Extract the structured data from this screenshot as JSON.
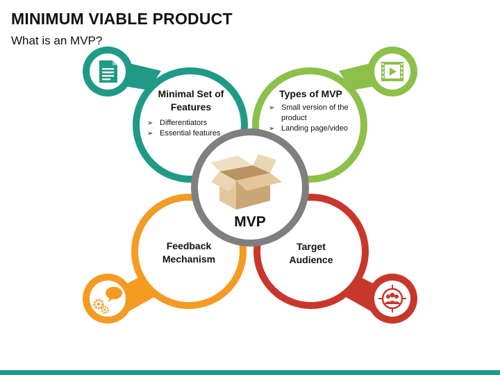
{
  "header": {
    "title": "MINIMUM VIABLE PRODUCT",
    "subtitle": "What is an MVP?"
  },
  "center": {
    "label": "MVP",
    "icon": "open-box-icon"
  },
  "petals": {
    "top_left": {
      "title": "Minimal Set of Features",
      "bullets": [
        "Differentiators",
        "Essential features"
      ],
      "color": "#1f9a86",
      "icon": "document-icon"
    },
    "top_right": {
      "title": "Types of MVP",
      "bullets": [
        "Small version of the product",
        "Landing page/video"
      ],
      "color": "#8cc04a",
      "icon": "video-player-icon"
    },
    "bottom_left": {
      "title": "Feedback Mechanism",
      "color": "#f39b23",
      "icon": "gears-speech-icon"
    },
    "bottom_right": {
      "title": "Target Audience",
      "color": "#c8372c",
      "icon": "audience-target-icon"
    }
  },
  "colors": {
    "center_ring": "#7f7f7f",
    "bottom_bar": "#1f9a86"
  }
}
